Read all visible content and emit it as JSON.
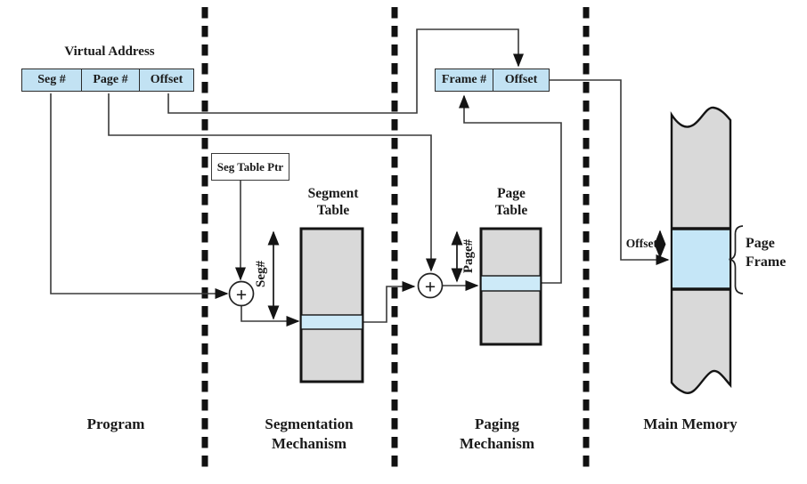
{
  "virtual_address": {
    "title": "Virtual Address",
    "cells": [
      "Seg #",
      "Page #",
      "Offset"
    ]
  },
  "physical_address": {
    "cells": [
      "Frame #",
      "Offset"
    ]
  },
  "seg_table_ptr_label": "Seg Table Ptr",
  "segment_table": {
    "title": "Segment\nTable",
    "axis_label": "Seg#"
  },
  "page_table": {
    "title": "Page\nTable",
    "axis_label": "Page#"
  },
  "main_memory": {
    "offset_label": "Offset",
    "page_frame_label": "Page\nFrame"
  },
  "adder_symbol": "+",
  "sections": [
    "Program",
    "Segmentation\nMechanism",
    "Paging\nMechanism",
    "Main Memory"
  ],
  "colors": {
    "blue_cell": "#c2e2f3",
    "blue_row": "#cdeaf8",
    "blue_frame": "#c5e6f7",
    "gray_table": "#d9d9d9",
    "line": "#3a3a3a",
    "border": "#141414"
  }
}
